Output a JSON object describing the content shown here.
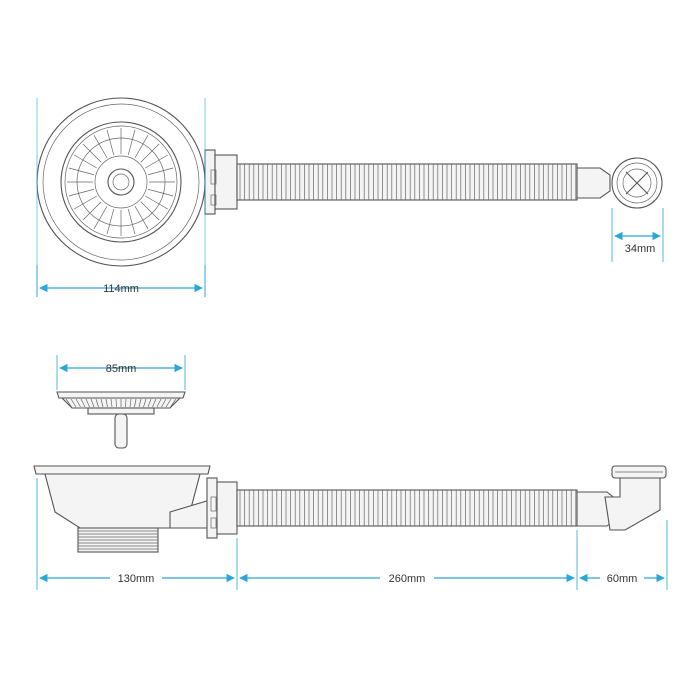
{
  "colors": {
    "dimension": "#29a8d8",
    "outline": "#555555",
    "background": "#ffffff"
  },
  "top_view": {
    "basket_width_label": "114mm",
    "overflow_width_label": "34mm"
  },
  "side_view": {
    "strainer_width_label": "85mm",
    "body_length_label": "130mm",
    "hose_length_label": "260mm",
    "overflow_length_label": "60mm"
  }
}
